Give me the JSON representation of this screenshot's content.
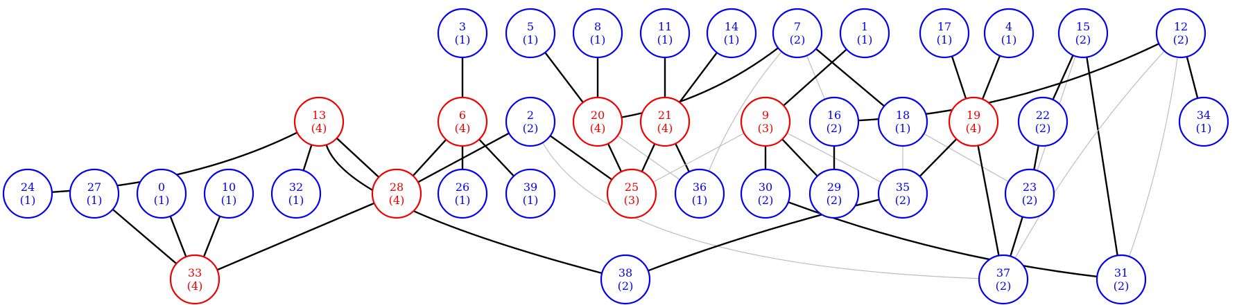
{
  "colors": {
    "normal": "#0000ee",
    "highlight": "#ee0000",
    "edge_strong": "#000000",
    "edge_weak": "#bdbdbd"
  },
  "nodes": [
    {
      "id": "0",
      "weight": "(1)",
      "highlight": false
    },
    {
      "id": "1",
      "weight": "(1)",
      "highlight": false
    },
    {
      "id": "2",
      "weight": "(2)",
      "highlight": false
    },
    {
      "id": "3",
      "weight": "(1)",
      "highlight": false
    },
    {
      "id": "4",
      "weight": "(1)",
      "highlight": false
    },
    {
      "id": "5",
      "weight": "(1)",
      "highlight": false
    },
    {
      "id": "6",
      "weight": "(4)",
      "highlight": true
    },
    {
      "id": "7",
      "weight": "(2)",
      "highlight": false
    },
    {
      "id": "8",
      "weight": "(1)",
      "highlight": false
    },
    {
      "id": "9",
      "weight": "(3)",
      "highlight": true
    },
    {
      "id": "10",
      "weight": "(1)",
      "highlight": false
    },
    {
      "id": "11",
      "weight": "(1)",
      "highlight": false
    },
    {
      "id": "12",
      "weight": "(2)",
      "highlight": false
    },
    {
      "id": "13",
      "weight": "(4)",
      "highlight": true
    },
    {
      "id": "14",
      "weight": "(1)",
      "highlight": false
    },
    {
      "id": "15",
      "weight": "(2)",
      "highlight": false
    },
    {
      "id": "16",
      "weight": "(2)",
      "highlight": false
    },
    {
      "id": "17",
      "weight": "(1)",
      "highlight": false
    },
    {
      "id": "18",
      "weight": "(1)",
      "highlight": false
    },
    {
      "id": "19",
      "weight": "(4)",
      "highlight": true
    },
    {
      "id": "20",
      "weight": "(4)",
      "highlight": true
    },
    {
      "id": "21",
      "weight": "(4)",
      "highlight": true
    },
    {
      "id": "22",
      "weight": "(2)",
      "highlight": false
    },
    {
      "id": "23",
      "weight": "(2)",
      "highlight": false
    },
    {
      "id": "24",
      "weight": "(1)",
      "highlight": false
    },
    {
      "id": "25",
      "weight": "(3)",
      "highlight": true
    },
    {
      "id": "26",
      "weight": "(1)",
      "highlight": false
    },
    {
      "id": "27",
      "weight": "(1)",
      "highlight": false
    },
    {
      "id": "28",
      "weight": "(4)",
      "highlight": true
    },
    {
      "id": "29",
      "weight": "(2)",
      "highlight": false
    },
    {
      "id": "30",
      "weight": "(2)",
      "highlight": false
    },
    {
      "id": "31",
      "weight": "(2)",
      "highlight": false
    },
    {
      "id": "32",
      "weight": "(1)",
      "highlight": false
    },
    {
      "id": "33",
      "weight": "(4)",
      "highlight": true
    },
    {
      "id": "34",
      "weight": "(1)",
      "highlight": false
    },
    {
      "id": "35",
      "weight": "(2)",
      "highlight": false
    },
    {
      "id": "36",
      "weight": "(1)",
      "highlight": false
    },
    {
      "id": "37",
      "weight": "(2)",
      "highlight": false
    },
    {
      "id": "38",
      "weight": "(2)",
      "highlight": false
    },
    {
      "id": "39",
      "weight": "(1)",
      "highlight": false
    }
  ],
  "edges": [
    {
      "from": "3",
      "to": "6",
      "style": "strong"
    },
    {
      "from": "5",
      "to": "20",
      "style": "strong"
    },
    {
      "from": "8",
      "to": "20",
      "style": "strong"
    },
    {
      "from": "11",
      "to": "21",
      "style": "strong"
    },
    {
      "from": "14",
      "to": "21",
      "style": "strong"
    },
    {
      "from": "7",
      "to": "20",
      "style": "strong"
    },
    {
      "from": "7",
      "to": "18",
      "style": "strong"
    },
    {
      "from": "7",
      "to": "16",
      "style": "weak"
    },
    {
      "from": "7",
      "to": "36",
      "style": "weak"
    },
    {
      "from": "1",
      "to": "9",
      "style": "strong"
    },
    {
      "from": "17",
      "to": "19",
      "style": "strong"
    },
    {
      "from": "4",
      "to": "19",
      "style": "strong"
    },
    {
      "from": "15",
      "to": "22",
      "style": "strong"
    },
    {
      "from": "15",
      "to": "31",
      "style": "strong"
    },
    {
      "from": "15",
      "to": "23",
      "style": "weak"
    },
    {
      "from": "12",
      "to": "16",
      "style": "strong"
    },
    {
      "from": "12",
      "to": "34",
      "style": "strong"
    },
    {
      "from": "12",
      "to": "37",
      "style": "weak"
    },
    {
      "from": "12",
      "to": "31",
      "style": "weak"
    },
    {
      "from": "13",
      "to": "24",
      "style": "strong"
    },
    {
      "from": "13",
      "to": "32",
      "style": "strong"
    },
    {
      "from": "13",
      "to": "28",
      "style": "strong"
    },
    {
      "from": "13",
      "to": "38",
      "style": "strong"
    },
    {
      "from": "6",
      "to": "28",
      "style": "strong"
    },
    {
      "from": "6",
      "to": "26",
      "style": "strong"
    },
    {
      "from": "6",
      "to": "39",
      "style": "strong"
    },
    {
      "from": "2",
      "to": "28",
      "style": "strong"
    },
    {
      "from": "2",
      "to": "25",
      "style": "strong"
    },
    {
      "from": "2",
      "to": "37",
      "style": "weak"
    },
    {
      "from": "20",
      "to": "25",
      "style": "strong"
    },
    {
      "from": "20",
      "to": "36",
      "style": "weak"
    },
    {
      "from": "21",
      "to": "25",
      "style": "strong"
    },
    {
      "from": "21",
      "to": "36",
      "style": "strong"
    },
    {
      "from": "9",
      "to": "30",
      "style": "strong"
    },
    {
      "from": "9",
      "to": "29",
      "style": "strong"
    },
    {
      "from": "9",
      "to": "35",
      "style": "weak"
    },
    {
      "from": "9",
      "to": "25",
      "style": "weak"
    },
    {
      "from": "16",
      "to": "29",
      "style": "strong"
    },
    {
      "from": "18",
      "to": "35",
      "style": "weak"
    },
    {
      "from": "18",
      "to": "23",
      "style": "weak"
    },
    {
      "from": "19",
      "to": "35",
      "style": "strong"
    },
    {
      "from": "19",
      "to": "37",
      "style": "strong"
    },
    {
      "from": "22",
      "to": "23",
      "style": "strong"
    },
    {
      "from": "23",
      "to": "37",
      "style": "strong"
    },
    {
      "from": "27",
      "to": "33",
      "style": "strong"
    },
    {
      "from": "0",
      "to": "33",
      "style": "strong"
    },
    {
      "from": "10",
      "to": "33",
      "style": "strong"
    },
    {
      "from": "28",
      "to": "33",
      "style": "strong"
    },
    {
      "from": "30",
      "to": "31",
      "style": "strong"
    },
    {
      "from": "35",
      "to": "38",
      "style": "strong"
    }
  ]
}
